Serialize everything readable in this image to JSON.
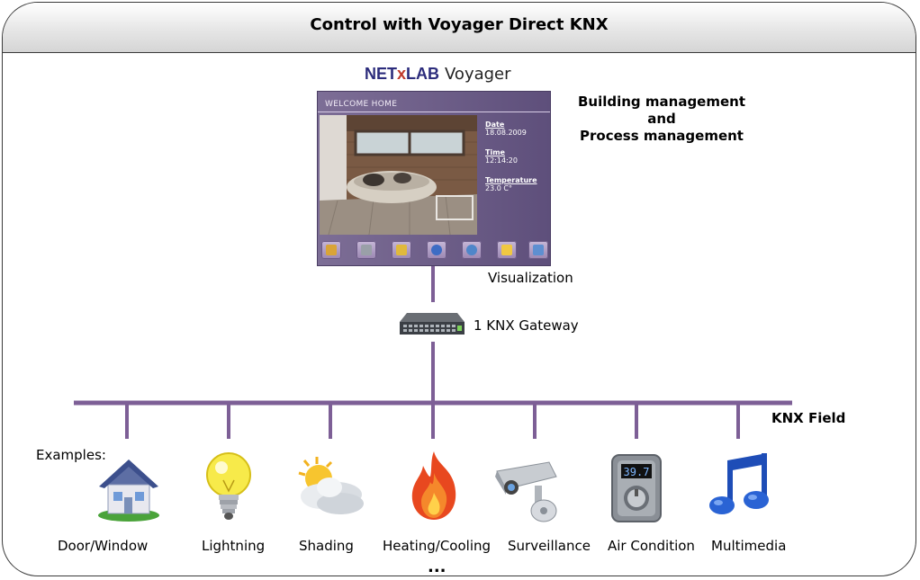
{
  "header": {
    "title": "Control with Voyager Direct KNX"
  },
  "brand": {
    "logo_pre": "NET",
    "logo_x": "x",
    "logo_post": "LAB",
    "product": "Voyager"
  },
  "description": {
    "line1": "Building management",
    "line2": "and",
    "line3": "Process management"
  },
  "screen": {
    "title": "WELCOME HOME",
    "date_label": "Date",
    "date_value": "18.08.2009",
    "time_label": "Time",
    "time_value": "12:14:20",
    "temp_label": "Temperature",
    "temp_value": "23.0 C°"
  },
  "labels": {
    "visualization": "Visualization",
    "gateway": "1 KNX Gateway",
    "field": "KNX Field",
    "examples": "Examples:",
    "more": "..."
  },
  "devices": [
    {
      "label": "Door/Window",
      "icon": "house-icon"
    },
    {
      "label": "Lightning",
      "icon": "light-bulb-icon"
    },
    {
      "label": "Shading",
      "icon": "sun-cloud-icon"
    },
    {
      "label": "Heating/Cooling",
      "icon": "flame-icon"
    },
    {
      "label": "Surveillance",
      "icon": "camera-icon"
    },
    {
      "label": "Air Condition",
      "icon": "thermostat-icon"
    },
    {
      "label": "Multimedia",
      "icon": "music-note-icon"
    }
  ],
  "thermostat_display": "39.7",
  "colors": {
    "bus_line": "#7d5f96",
    "brand_blue": "#2c2c7c",
    "screen_purple": "#6a5a86"
  }
}
